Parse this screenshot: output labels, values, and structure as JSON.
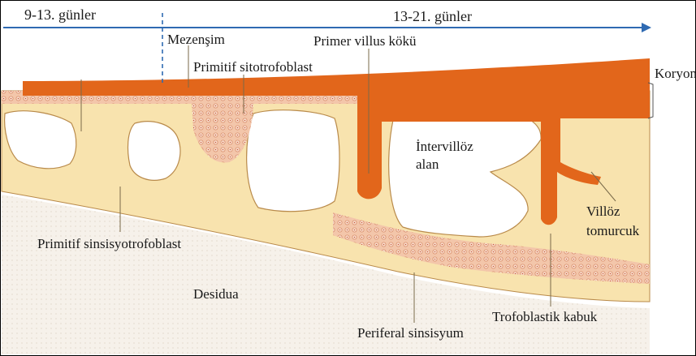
{
  "timeline": {
    "early_period": "9-13. günler",
    "late_period": "13-21. günler"
  },
  "labels": {
    "mesenchyme": "Mezenşim",
    "primitive_cytotrophoblast": "Primitif sitotrofoblast",
    "primary_villus_root": "Primer villus kökü",
    "chorion": "Koryon",
    "intervillous_space_line1": "İntervillöz",
    "intervillous_space_line2": "alan",
    "villous_bud_line1": "Villöz",
    "villous_bud_line2": "tomurcuk",
    "primitive_syncytiotrophoblast": "Primitif sinsisyotrofoblast",
    "decidua": "Desidua",
    "trophoblastic_shell": "Trofoblastik kabuk",
    "peripheral_syncytium": "Periferal sinsisyum"
  },
  "colors": {
    "mesenchyme": "#e2661b",
    "syncytiotrophoblast": "#f8e3ae",
    "cytotrophoblast": "#f2c2a4",
    "decidua": "#f4efe7",
    "timeline": "#2f6ab2"
  }
}
